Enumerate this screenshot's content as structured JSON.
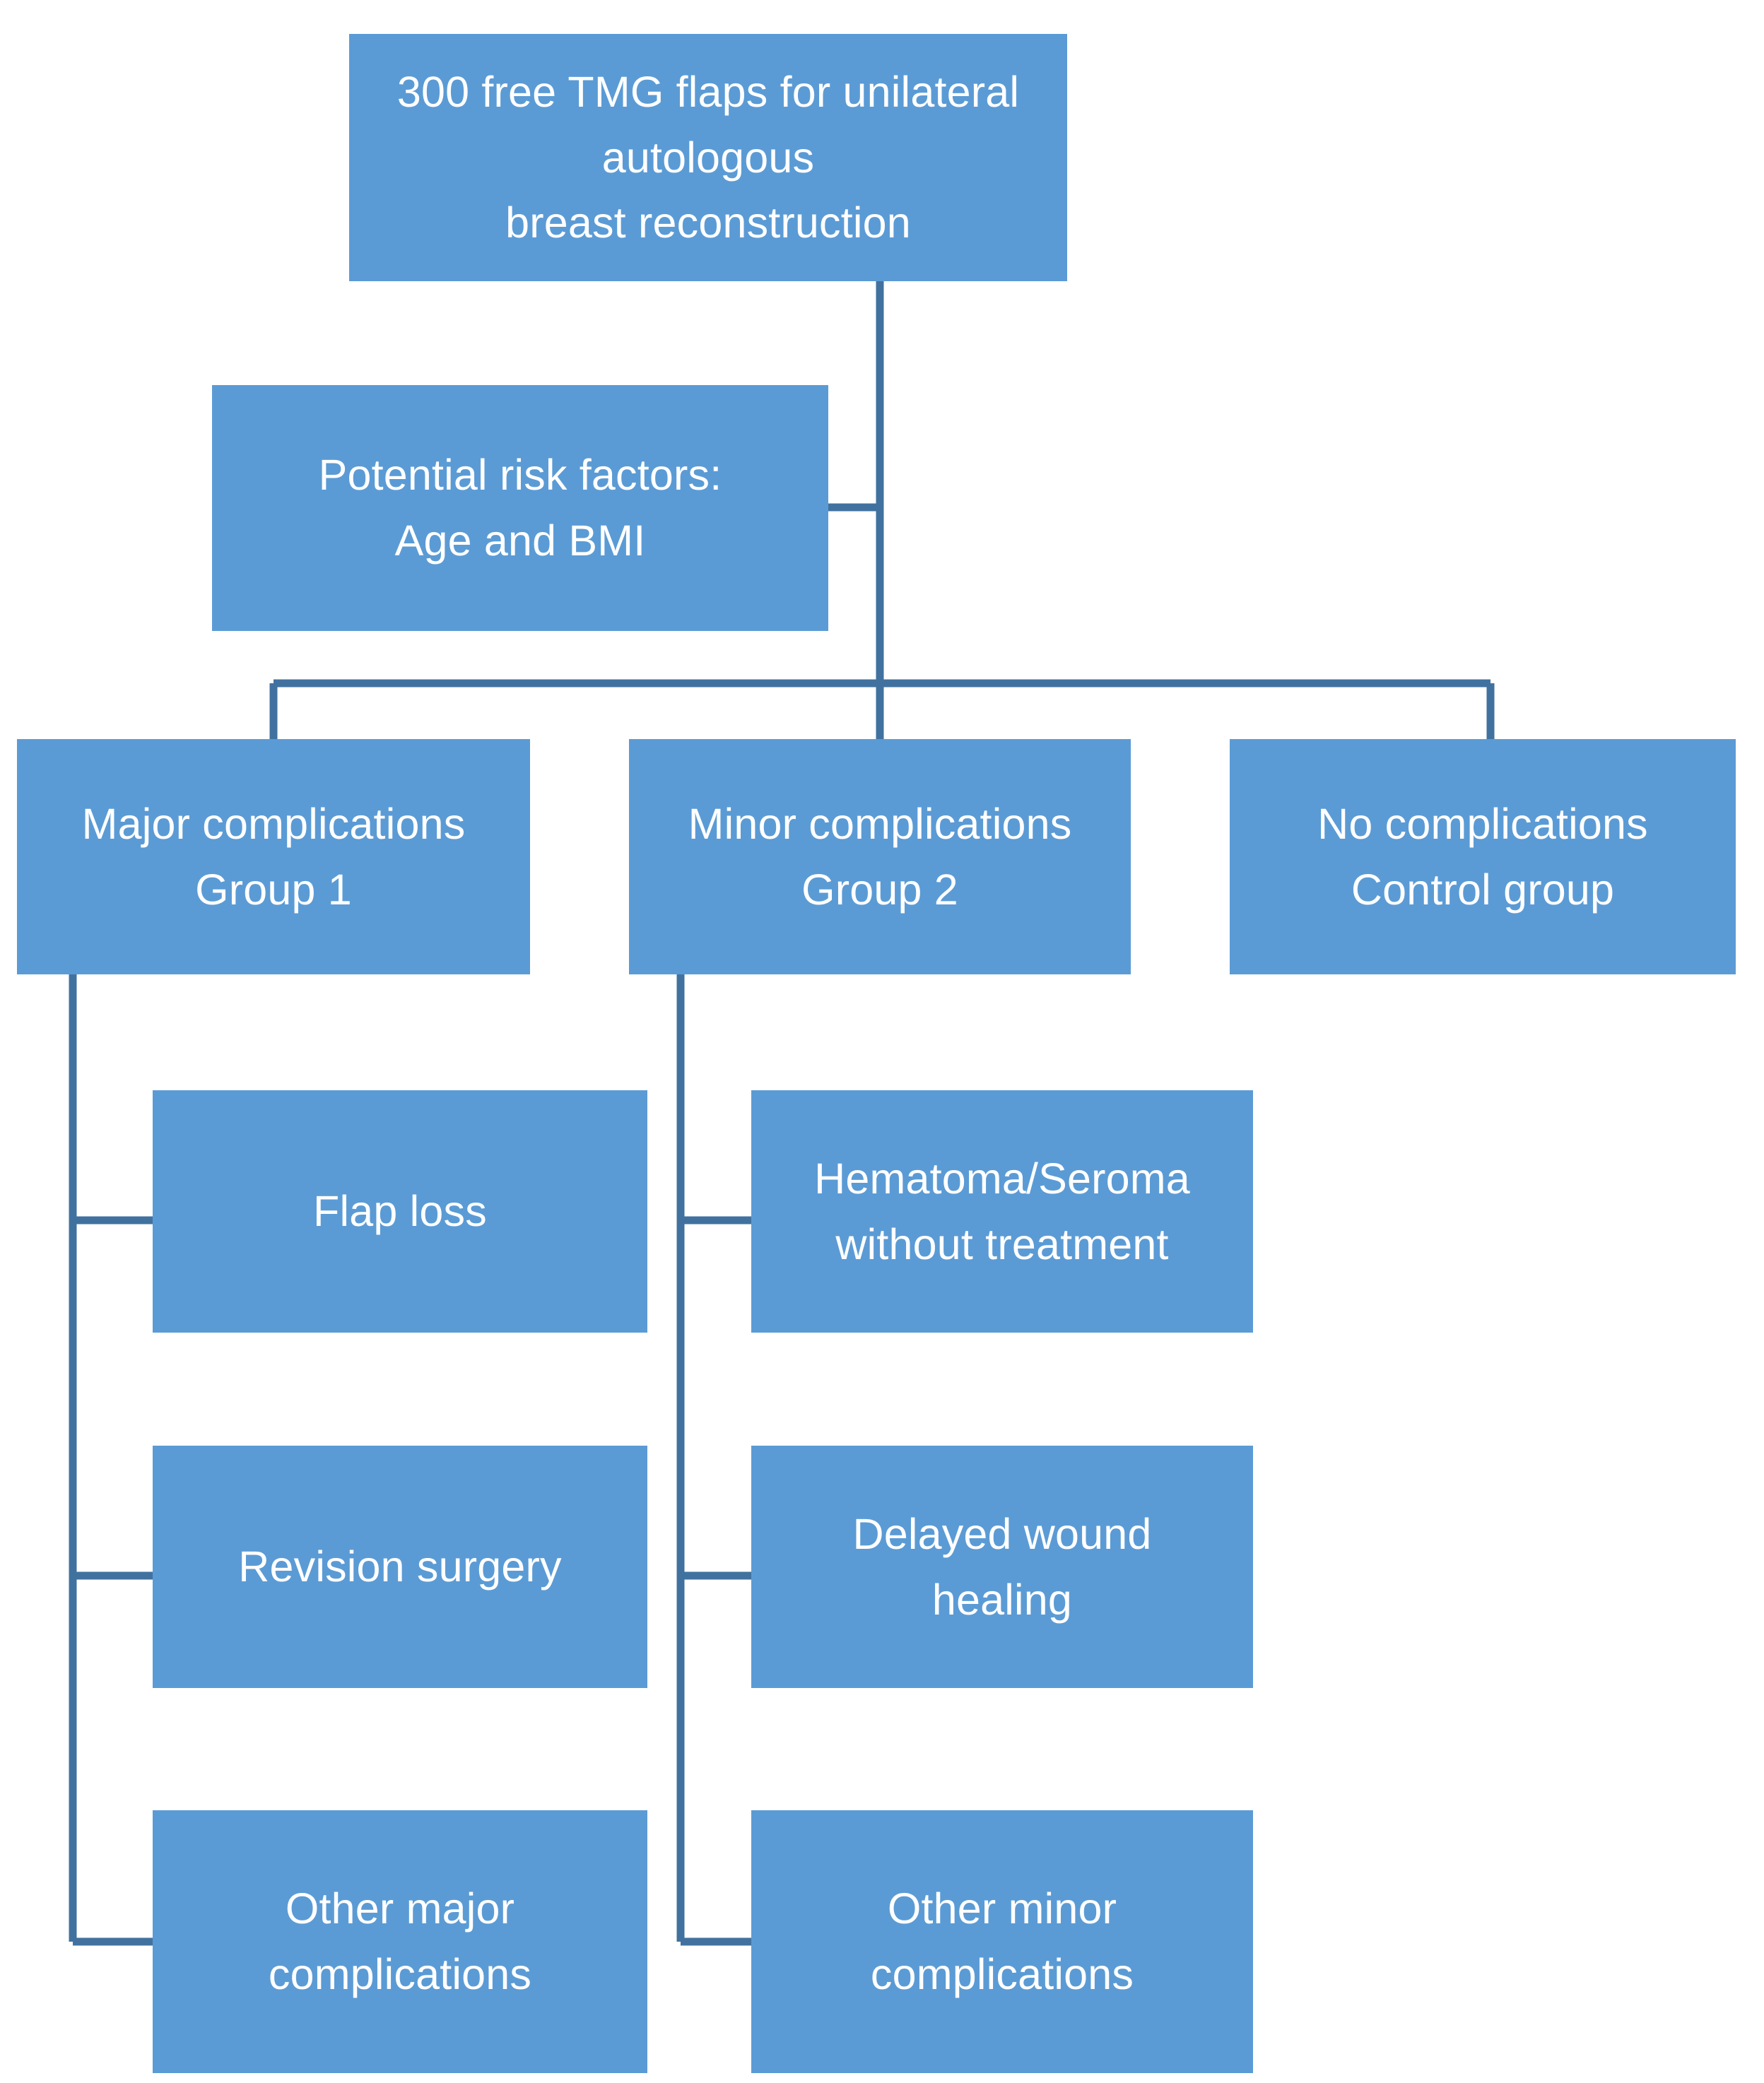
{
  "diagram": {
    "type": "flowchart",
    "title": "Study flow of 300 free TMG flaps grouped by complication severity",
    "colors": {
      "node_fill": "#5B9BD5",
      "node_text": "#FFFFFF",
      "connector": "#41729F",
      "background": "#FFFFFF"
    },
    "nodes": {
      "root": {
        "id": "root",
        "lines": [
          "300 free TMG flaps for unilateral autologous",
          "breast reconstruction"
        ]
      },
      "risk_factors": {
        "id": "risk_factors",
        "lines": [
          "Potential risk factors:",
          "Age and BMI"
        ]
      },
      "major": {
        "id": "major",
        "lines": [
          "Major complications",
          "Group 1"
        ]
      },
      "minor": {
        "id": "minor",
        "lines": [
          "Minor complications",
          "Group 2"
        ]
      },
      "none": {
        "id": "none",
        "lines": [
          "No complications",
          "Control group"
        ]
      },
      "flap_loss": {
        "id": "flap_loss",
        "lines": [
          "Flap loss"
        ]
      },
      "revision_surgery": {
        "id": "revision_surgery",
        "lines": [
          "Revision surgery"
        ]
      },
      "other_major": {
        "id": "other_major",
        "lines": [
          "Other major",
          "complications"
        ]
      },
      "hematoma_seroma": {
        "id": "hematoma_seroma",
        "lines": [
          "Hematoma/Seroma",
          "without treatment"
        ]
      },
      "delayed_healing": {
        "id": "delayed_healing",
        "lines": [
          "Delayed wound",
          "healing"
        ]
      },
      "other_minor": {
        "id": "other_minor",
        "lines": [
          "Other minor",
          "complications"
        ]
      }
    },
    "edges": [
      {
        "from": "root",
        "to": "risk_factors"
      },
      {
        "from": "root",
        "to": "major"
      },
      {
        "from": "root",
        "to": "minor"
      },
      {
        "from": "root",
        "to": "none"
      },
      {
        "from": "major",
        "to": "flap_loss"
      },
      {
        "from": "major",
        "to": "revision_surgery"
      },
      {
        "from": "major",
        "to": "other_major"
      },
      {
        "from": "minor",
        "to": "hematoma_seroma"
      },
      {
        "from": "minor",
        "to": "delayed_healing"
      },
      {
        "from": "minor",
        "to": "other_minor"
      }
    ]
  }
}
